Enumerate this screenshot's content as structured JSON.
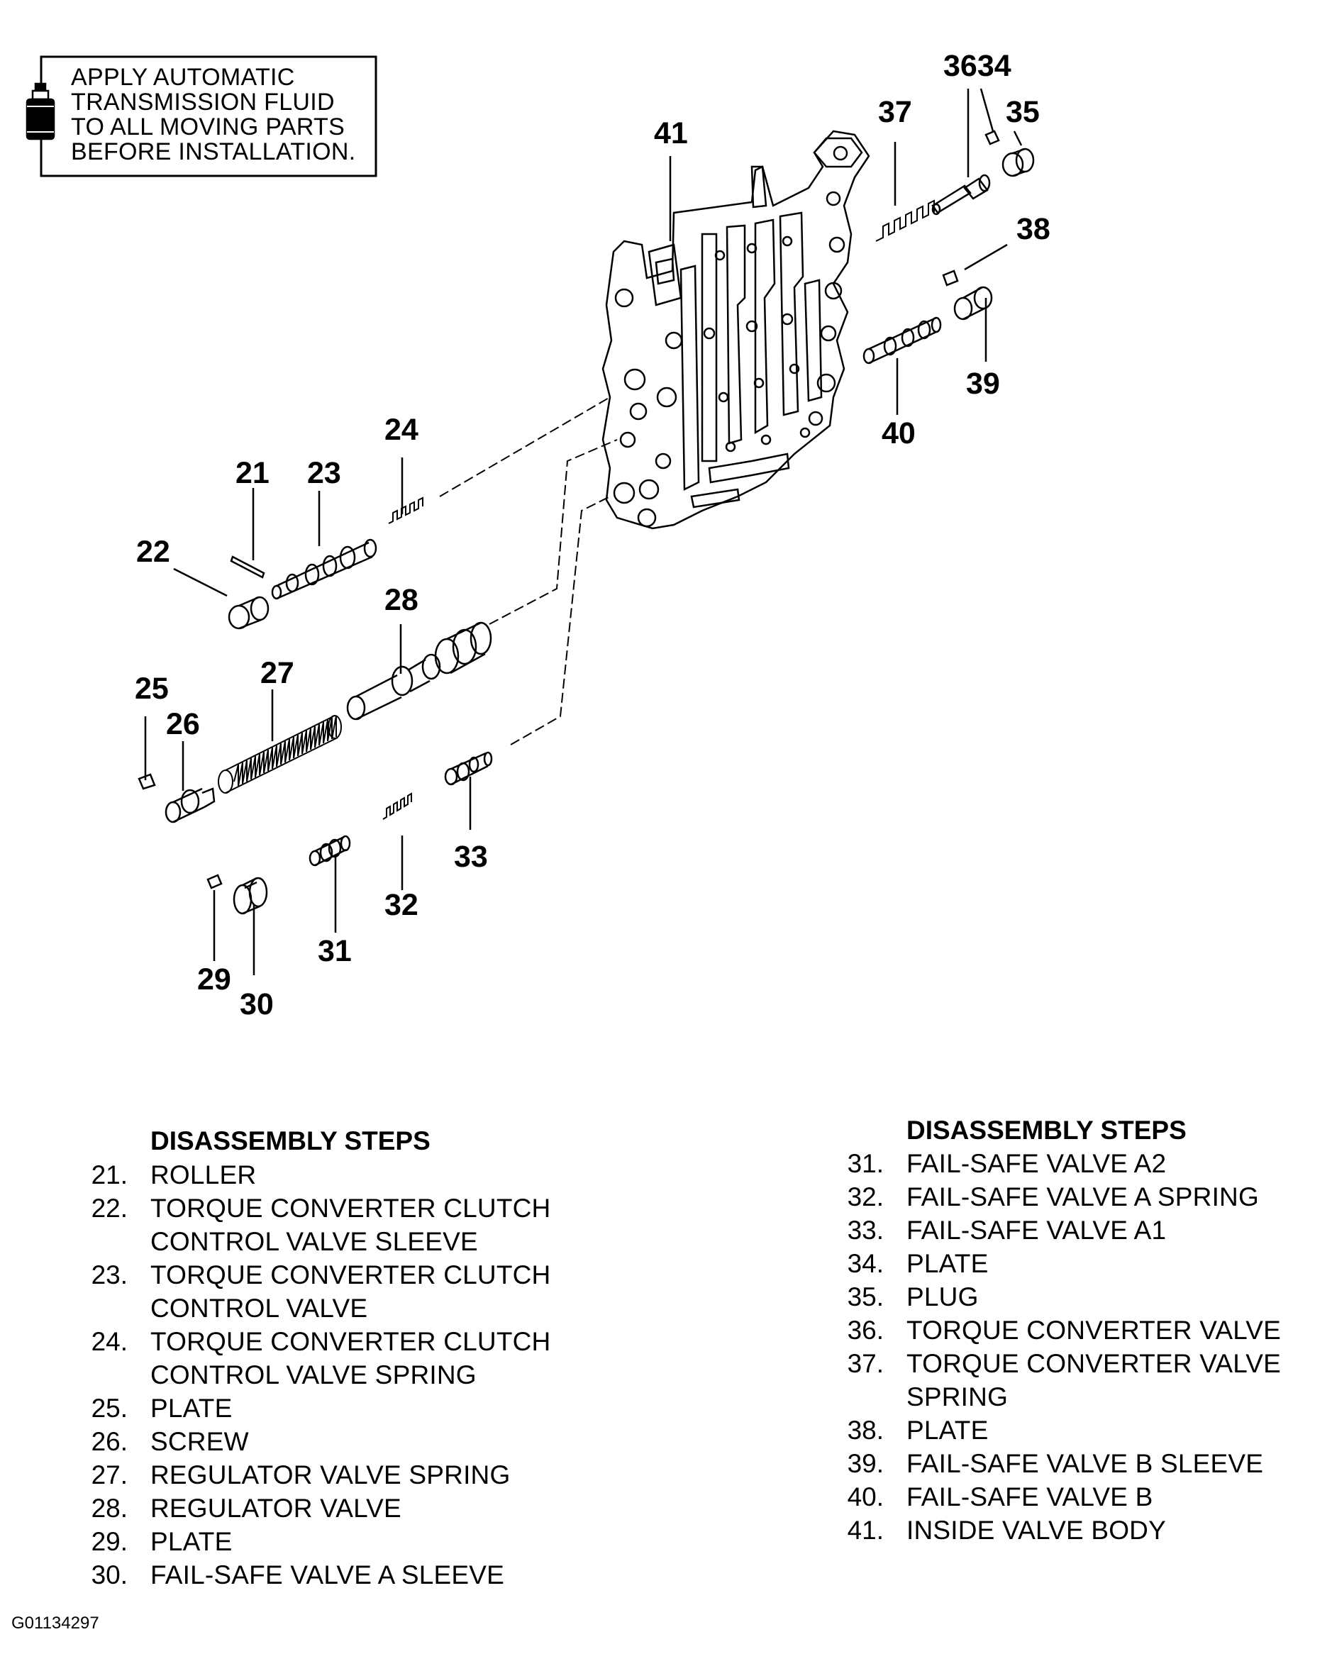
{
  "note": {
    "lines": [
      "APPLY AUTOMATIC",
      "TRANSMISSION FLUID",
      "TO ALL MOVING PARTS",
      "BEFORE INSTALLATION."
    ],
    "icon": "fluid-bottle-icon"
  },
  "callouts": {
    "c21": "21",
    "c22": "22",
    "c23": "23",
    "c24": "24",
    "c25": "25",
    "c26": "26",
    "c27": "27",
    "c28": "28",
    "c29": "29",
    "c30": "30",
    "c31": "31",
    "c32": "32",
    "c33": "33",
    "c3634": "3634",
    "c35": "35",
    "c37": "37",
    "c38": "38",
    "c39": "39",
    "c40": "40",
    "c41": "41"
  },
  "steps_left": {
    "title": "DISASSEMBLY STEPS",
    "items": [
      {
        "num": "21.",
        "lines": [
          "ROLLER"
        ]
      },
      {
        "num": "22.",
        "lines": [
          "TORQUE CONVERTER CLUTCH",
          "CONTROL VALVE SLEEVE"
        ]
      },
      {
        "num": "23.",
        "lines": [
          "TORQUE CONVERTER CLUTCH",
          "CONTROL VALVE"
        ]
      },
      {
        "num": "24.",
        "lines": [
          "TORQUE CONVERTER CLUTCH",
          "CONTROL VALVE SPRING"
        ]
      },
      {
        "num": "25.",
        "lines": [
          "PLATE"
        ]
      },
      {
        "num": "26.",
        "lines": [
          "SCREW"
        ]
      },
      {
        "num": "27.",
        "lines": [
          "REGULATOR VALVE SPRING"
        ]
      },
      {
        "num": "28.",
        "lines": [
          "REGULATOR VALVE"
        ]
      },
      {
        "num": "29.",
        "lines": [
          "PLATE"
        ]
      },
      {
        "num": "30.",
        "lines": [
          "FAIL-SAFE VALVE A SLEEVE"
        ]
      }
    ]
  },
  "steps_right": {
    "title": "DISASSEMBLY STEPS",
    "items": [
      {
        "num": "31.",
        "lines": [
          "FAIL-SAFE VALVE A2"
        ]
      },
      {
        "num": "32.",
        "lines": [
          "FAIL-SAFE VALVE A SPRING"
        ]
      },
      {
        "num": "33.",
        "lines": [
          "FAIL-SAFE VALVE A1"
        ]
      },
      {
        "num": "34.",
        "lines": [
          "PLATE"
        ]
      },
      {
        "num": "35.",
        "lines": [
          "PLUG"
        ]
      },
      {
        "num": "36.",
        "lines": [
          "TORQUE CONVERTER VALVE"
        ]
      },
      {
        "num": "37.",
        "lines": [
          "TORQUE CONVERTER VALVE",
          "SPRING"
        ]
      },
      {
        "num": "38.",
        "lines": [
          "PLATE"
        ]
      },
      {
        "num": "39.",
        "lines": [
          "FAIL-SAFE VALVE B SLEEVE"
        ]
      },
      {
        "num": "40.",
        "lines": [
          "FAIL-SAFE VALVE B"
        ]
      },
      {
        "num": "41.",
        "lines": [
          "INSIDE VALVE BODY"
        ]
      }
    ]
  },
  "figure_id": "G01134297"
}
